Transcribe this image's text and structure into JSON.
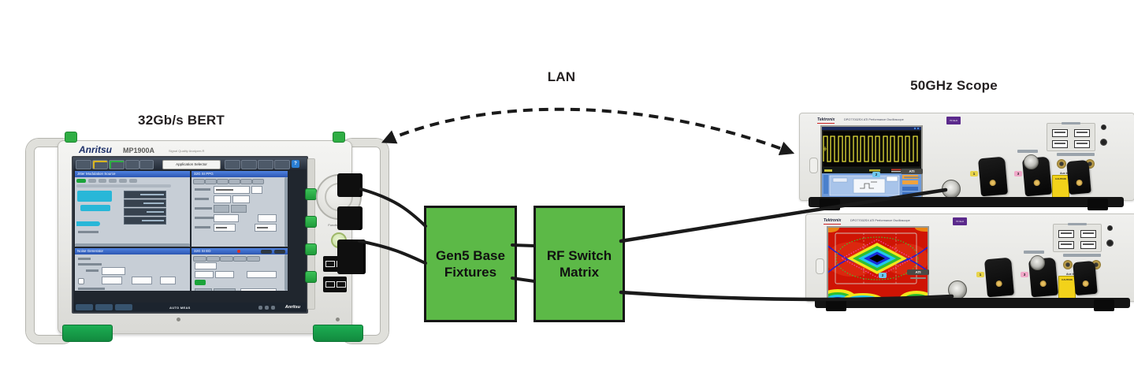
{
  "labels": {
    "bert": "32Gb/s BERT",
    "lan": "LAN",
    "scope": "50GHz Scope"
  },
  "boxes": {
    "fixtures": {
      "line1": "Gen5 Base",
      "line2": "Fixtures"
    },
    "rf": {
      "line1": "RF Switch",
      "line2": "Matrix"
    }
  },
  "bert": {
    "brand": "Anritsu",
    "model": "MP1900A",
    "subtitle": "Signal Quality Analyzer-R",
    "app_selector": "Application Selector",
    "help_label": "?",
    "panel_titles": [
      "Jitter Modulation Source",
      "32G SI PPG",
      "Noise Generator",
      "32G SI ED"
    ],
    "status": "AUTO MEAS",
    "footer_brand": "Anritsu",
    "function_key": "Function Key"
  },
  "scope": {
    "brand": "Tektronix",
    "model": "DPO77002SX ATI Performance Oscilloscope",
    "badge": "70 GHz",
    "ati": "ATI",
    "ch1": "1",
    "ch2": "2",
    "ch3": "3",
    "aux": "Aux In",
    "caution": "CAUTION"
  },
  "colors": {
    "box_green": "#5cb947",
    "box_border": "#161616",
    "cable_black": "#1a1a1a",
    "device_gray": "#e9e9e6",
    "anritsu_navy": "#1c2f69",
    "accent_green": "#2fae44"
  }
}
